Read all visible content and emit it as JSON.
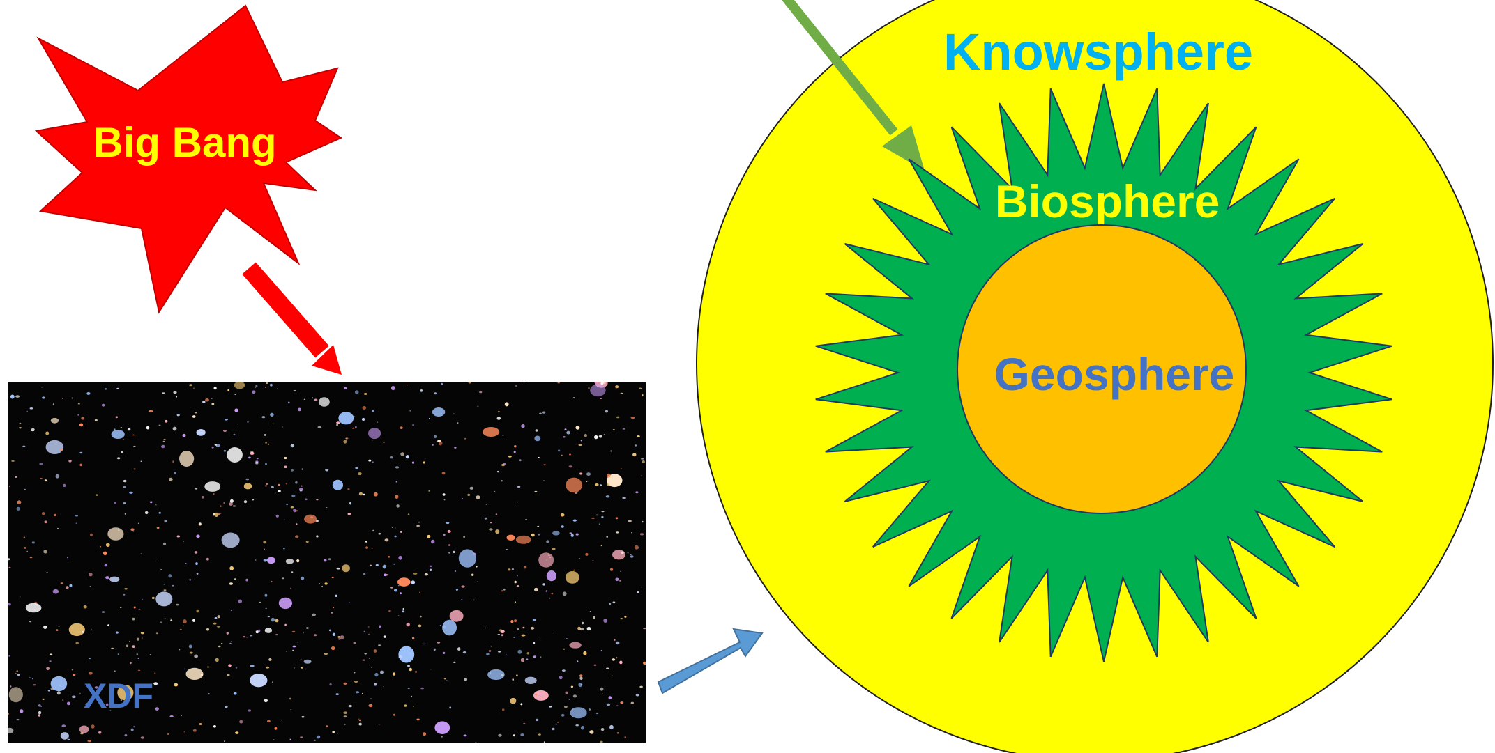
{
  "labels": {
    "big_bang": "Big Bang",
    "xdf": "XDF",
    "knowsphere": "Knowsphere",
    "biosphere": "Biosphere",
    "geosphere": "Geosphere"
  },
  "colors": {
    "big_bang_fill": "#ff0000",
    "big_bang_text": "#ffff00",
    "knowsphere_fill": "#ffff00",
    "knowsphere_text": "#00b0f0",
    "biosphere_fill": "#00b050",
    "biosphere_text": "#ffff00",
    "geosphere_fill": "#ffc000",
    "geosphere_text": "#4472c4",
    "xdf_text": "#4472c4",
    "arrow_red": "#ff0000",
    "arrow_green": "#70ad47",
    "arrow_blue": "#5b9bd5",
    "deep_field_bg": "#050505"
  },
  "icons": {
    "big_bang": "explosion-burst-icon",
    "deep_field": "galaxy-field-image",
    "arrows": "arrow-icon"
  }
}
